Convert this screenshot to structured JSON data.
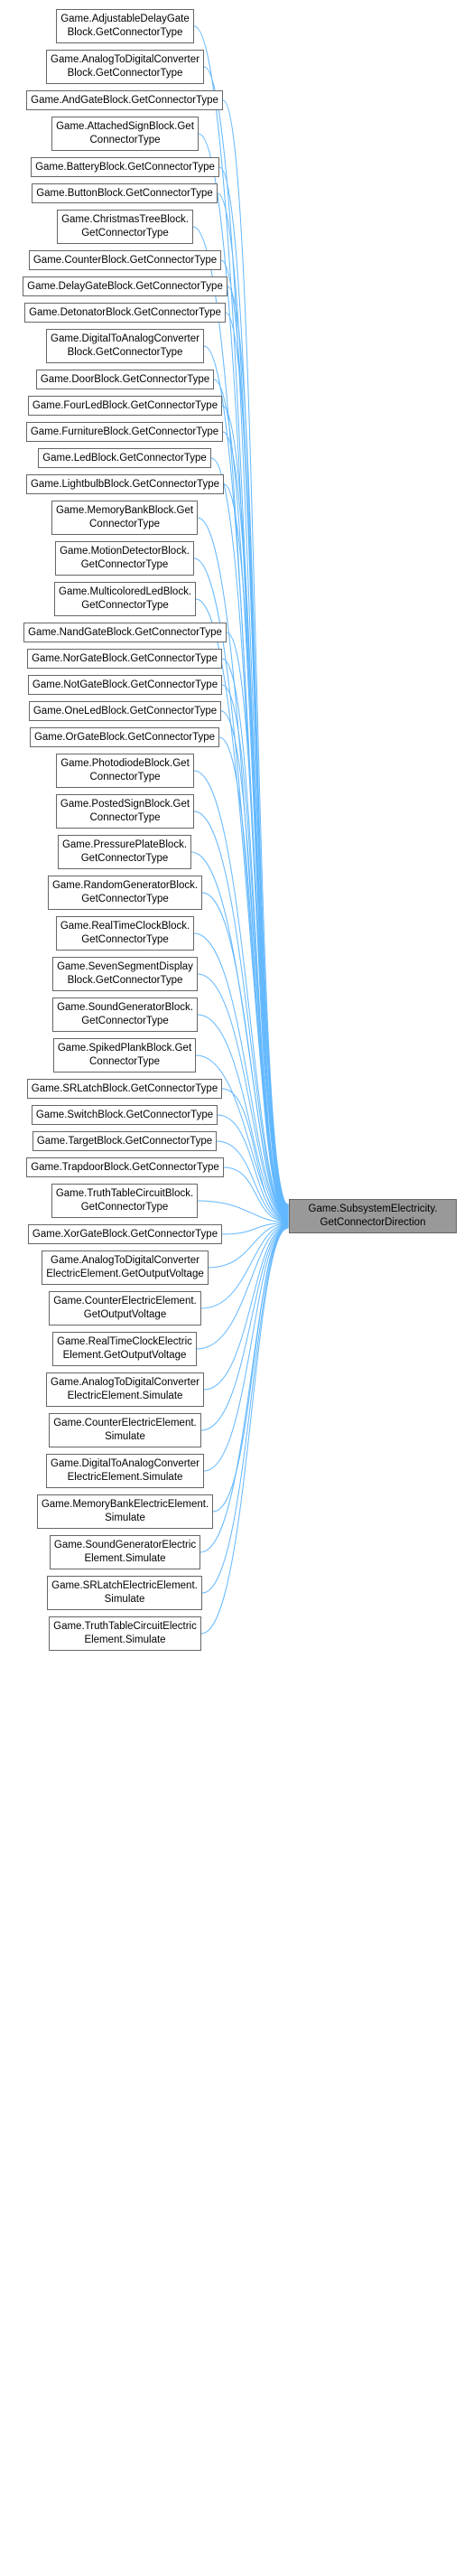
{
  "colors": {
    "edge": "#63b8ff",
    "node_border": "#666666",
    "target_fill": "#999999"
  },
  "target": {
    "lines": [
      "Game.SubsystemElectricity.",
      "GetConnectorDirection"
    ]
  },
  "callers": [
    {
      "lines": [
        "Game.AdjustableDelayGate",
        "Block.GetConnectorType"
      ]
    },
    {
      "lines": [
        "Game.AnalogToDigitalConverter",
        "Block.GetConnectorType"
      ]
    },
    {
      "lines": [
        "Game.AndGateBlock.GetConnectorType"
      ]
    },
    {
      "lines": [
        "Game.AttachedSignBlock.Get",
        "ConnectorType"
      ]
    },
    {
      "lines": [
        "Game.BatteryBlock.GetConnectorType"
      ]
    },
    {
      "lines": [
        "Game.ButtonBlock.GetConnectorType"
      ]
    },
    {
      "lines": [
        "Game.ChristmasTreeBlock.",
        "GetConnectorType"
      ]
    },
    {
      "lines": [
        "Game.CounterBlock.GetConnectorType"
      ]
    },
    {
      "lines": [
        "Game.DelayGateBlock.GetConnectorType"
      ]
    },
    {
      "lines": [
        "Game.DetonatorBlock.GetConnectorType"
      ]
    },
    {
      "lines": [
        "Game.DigitalToAnalogConverter",
        "Block.GetConnectorType"
      ]
    },
    {
      "lines": [
        "Game.DoorBlock.GetConnectorType"
      ]
    },
    {
      "lines": [
        "Game.FourLedBlock.GetConnectorType"
      ]
    },
    {
      "lines": [
        "Game.FurnitureBlock.GetConnectorType"
      ]
    },
    {
      "lines": [
        "Game.LedBlock.GetConnectorType"
      ]
    },
    {
      "lines": [
        "Game.LightbulbBlock.GetConnectorType"
      ]
    },
    {
      "lines": [
        "Game.MemoryBankBlock.Get",
        "ConnectorType"
      ]
    },
    {
      "lines": [
        "Game.MotionDetectorBlock.",
        "GetConnectorType"
      ]
    },
    {
      "lines": [
        "Game.MulticoloredLedBlock.",
        "GetConnectorType"
      ]
    },
    {
      "lines": [
        "Game.NandGateBlock.GetConnectorType"
      ]
    },
    {
      "lines": [
        "Game.NorGateBlock.GetConnectorType"
      ]
    },
    {
      "lines": [
        "Game.NotGateBlock.GetConnectorType"
      ]
    },
    {
      "lines": [
        "Game.OneLedBlock.GetConnectorType"
      ]
    },
    {
      "lines": [
        "Game.OrGateBlock.GetConnectorType"
      ]
    },
    {
      "lines": [
        "Game.PhotodiodeBlock.Get",
        "ConnectorType"
      ]
    },
    {
      "lines": [
        "Game.PostedSignBlock.Get",
        "ConnectorType"
      ]
    },
    {
      "lines": [
        "Game.PressurePlateBlock.",
        "GetConnectorType"
      ]
    },
    {
      "lines": [
        "Game.RandomGeneratorBlock.",
        "GetConnectorType"
      ]
    },
    {
      "lines": [
        "Game.RealTimeClockBlock.",
        "GetConnectorType"
      ]
    },
    {
      "lines": [
        "Game.SevenSegmentDisplay",
        "Block.GetConnectorType"
      ]
    },
    {
      "lines": [
        "Game.SoundGeneratorBlock.",
        "GetConnectorType"
      ]
    },
    {
      "lines": [
        "Game.SpikedPlankBlock.Get",
        "ConnectorType"
      ]
    },
    {
      "lines": [
        "Game.SRLatchBlock.GetConnectorType"
      ]
    },
    {
      "lines": [
        "Game.SwitchBlock.GetConnectorType"
      ]
    },
    {
      "lines": [
        "Game.TargetBlock.GetConnectorType"
      ]
    },
    {
      "lines": [
        "Game.TrapdoorBlock.GetConnectorType"
      ]
    },
    {
      "lines": [
        "Game.TruthTableCircuitBlock.",
        "GetConnectorType"
      ]
    },
    {
      "lines": [
        "Game.XorGateBlock.GetConnectorType"
      ]
    },
    {
      "lines": [
        "Game.AnalogToDigitalConverter",
        "ElectricElement.GetOutputVoltage"
      ]
    },
    {
      "lines": [
        "Game.CounterElectricElement.",
        "GetOutputVoltage"
      ]
    },
    {
      "lines": [
        "Game.RealTimeClockElectric",
        "Element.GetOutputVoltage"
      ]
    },
    {
      "lines": [
        "Game.AnalogToDigitalConverter",
        "ElectricElement.Simulate"
      ]
    },
    {
      "lines": [
        "Game.CounterElectricElement.",
        "Simulate"
      ]
    },
    {
      "lines": [
        "Game.DigitalToAnalogConverter",
        "ElectricElement.Simulate"
      ]
    },
    {
      "lines": [
        "Game.MemoryBankElectricElement.",
        "Simulate"
      ]
    },
    {
      "lines": [
        "Game.SoundGeneratorElectric",
        "Element.Simulate"
      ]
    },
    {
      "lines": [
        "Game.SRLatchElectricElement.",
        "Simulate"
      ]
    },
    {
      "lines": [
        "Game.TruthTableCircuitElectric",
        "Element.Simulate"
      ]
    }
  ]
}
